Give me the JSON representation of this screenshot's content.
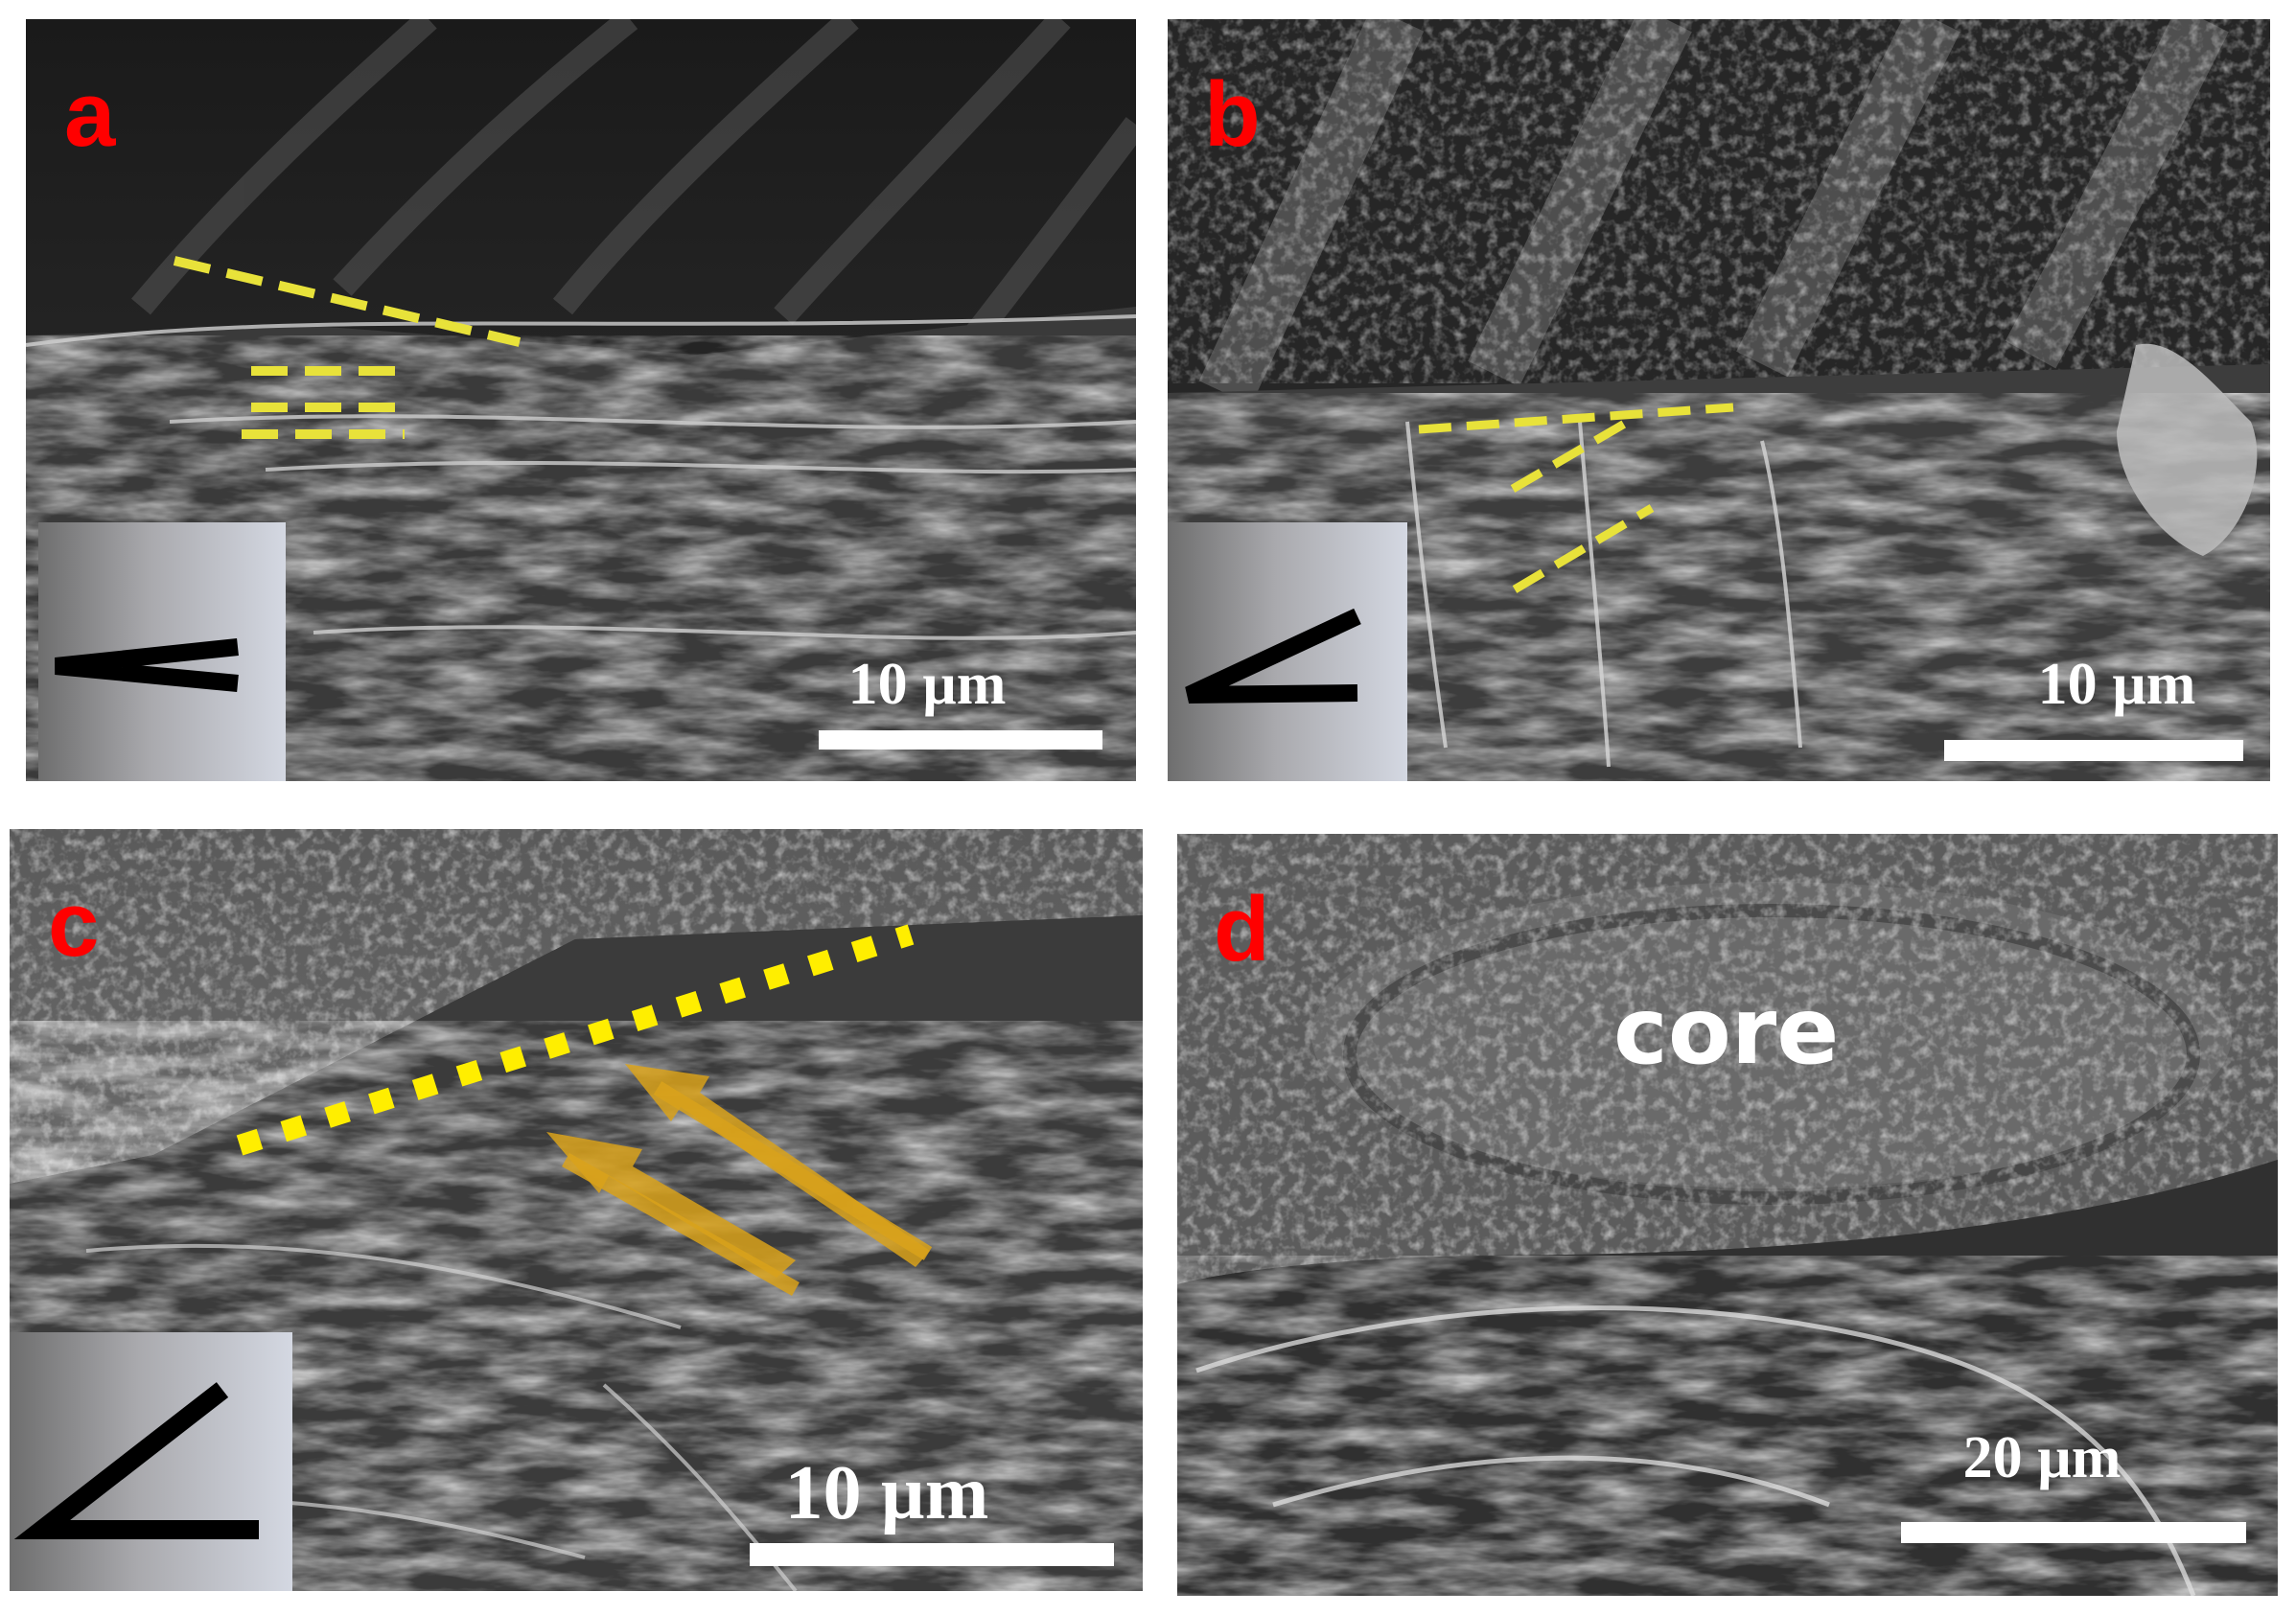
{
  "panels": [
    {
      "label": "a",
      "scale_text": "10 µm"
    },
    {
      "label": "b",
      "scale_text": "10 µm"
    },
    {
      "label": "c",
      "scale_text": "10 µm"
    },
    {
      "label": "d",
      "scale_text": "20 µm",
      "annotation": "core"
    }
  ],
  "colors": {
    "label_red": "#ff0000",
    "guide_yellow": "#e8e23a",
    "arrow_orange": "#d9a21b",
    "scale_white": "#ffffff"
  },
  "icons": [
    "acute-angle-icon",
    "wedge-angle-icon"
  ]
}
